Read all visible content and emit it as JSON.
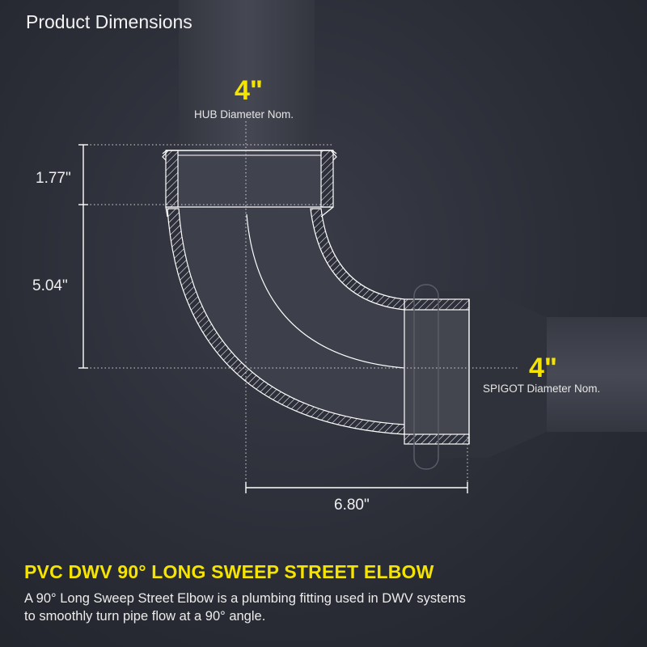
{
  "header": {
    "title": "Product Dimensions"
  },
  "hub": {
    "size": "4\"",
    "label": "HUB Diameter Nom."
  },
  "spigot": {
    "size": "4\"",
    "label": "SPIGOT Diameter Nom."
  },
  "dimensions": {
    "hub_depth": "1.77\"",
    "body_height": "5.04\"",
    "spigot_offset": "6.80\""
  },
  "product": {
    "title": "PVC DWV 90° LONG SWEEP STREET ELBOW",
    "description_line1": "A 90° Long Sweep Street Elbow is a plumbing fitting used in DWV systems",
    "description_line2": "to smoothly turn pipe flow at a 90° angle."
  },
  "colors": {
    "accent": "#f5e400",
    "background": "#2b2d37",
    "line": "#ffffff",
    "pipe": "#3b3d49"
  }
}
